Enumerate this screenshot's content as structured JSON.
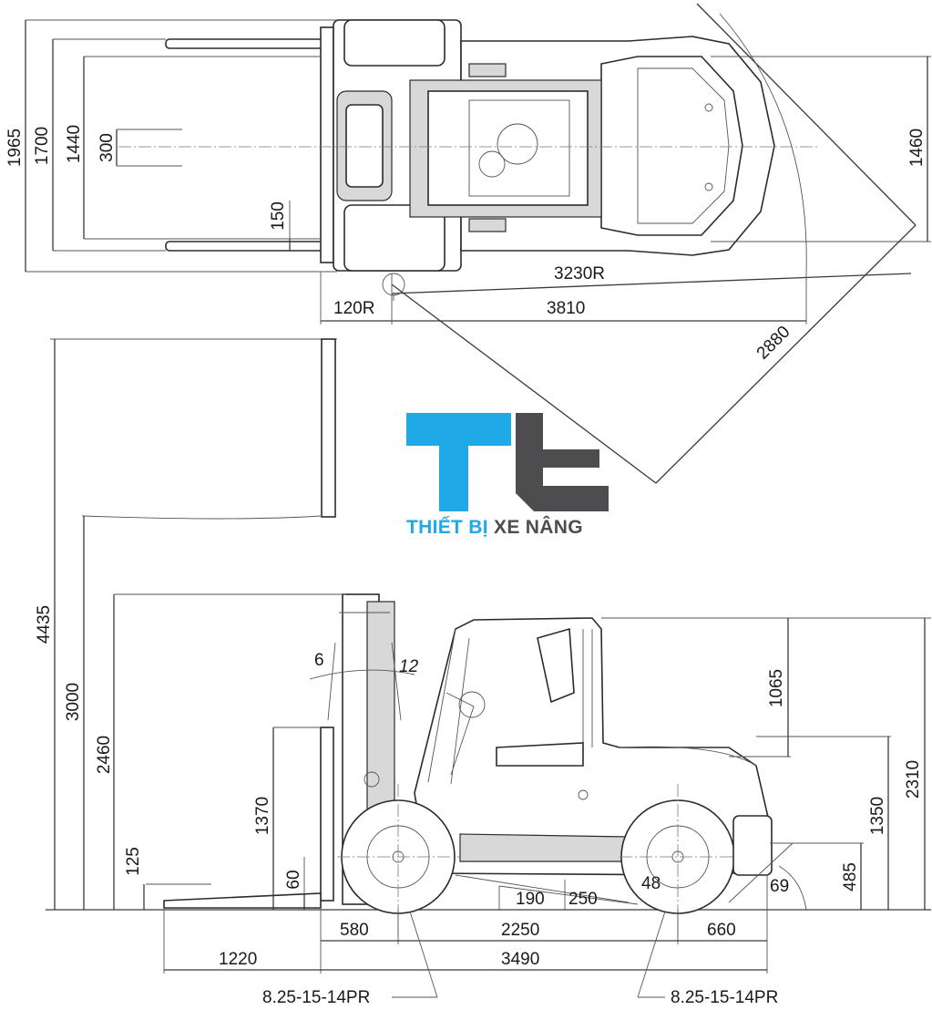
{
  "top_view": {
    "width_overall": "1965",
    "width_fork_carriage": "1700",
    "width_tread": "1440",
    "fork_spacing": "300",
    "fork_width": "150",
    "rear_width": "1460",
    "turning_radius": "3230R",
    "inner_radius": "120R",
    "length_to_rear": "3810",
    "diagonal": "2880"
  },
  "side_view": {
    "max_lift_height": "4435",
    "lift_height": "3000",
    "mast_lowered_height": "2460",
    "free_lift": "1370",
    "fork_lift_clearance": "125",
    "fork_thickness": "60",
    "tilt_forward": "6",
    "tilt_backward": "12",
    "cabin_height": "1065",
    "overall_height": "2310",
    "seat_height": "1350",
    "hitch_height": "485",
    "ground_clearance_1": "190",
    "ground_clearance_2": "250",
    "ramp_angle": "48",
    "departure_angle": "69",
    "front_overhang": "580",
    "wheelbase": "2250",
    "rear_overhang": "660",
    "fork_length": "1220",
    "length_to_fork_face": "3490",
    "front_tire": "8.25-15-14PR",
    "rear_tire": "8.25-15-14PR"
  },
  "logo": {
    "line_1": "THIẾT BỊ",
    "line_2": "XE NÂNG",
    "colors": {
      "blue": "#1fa9e6",
      "gray": "#4d4d4f"
    }
  }
}
